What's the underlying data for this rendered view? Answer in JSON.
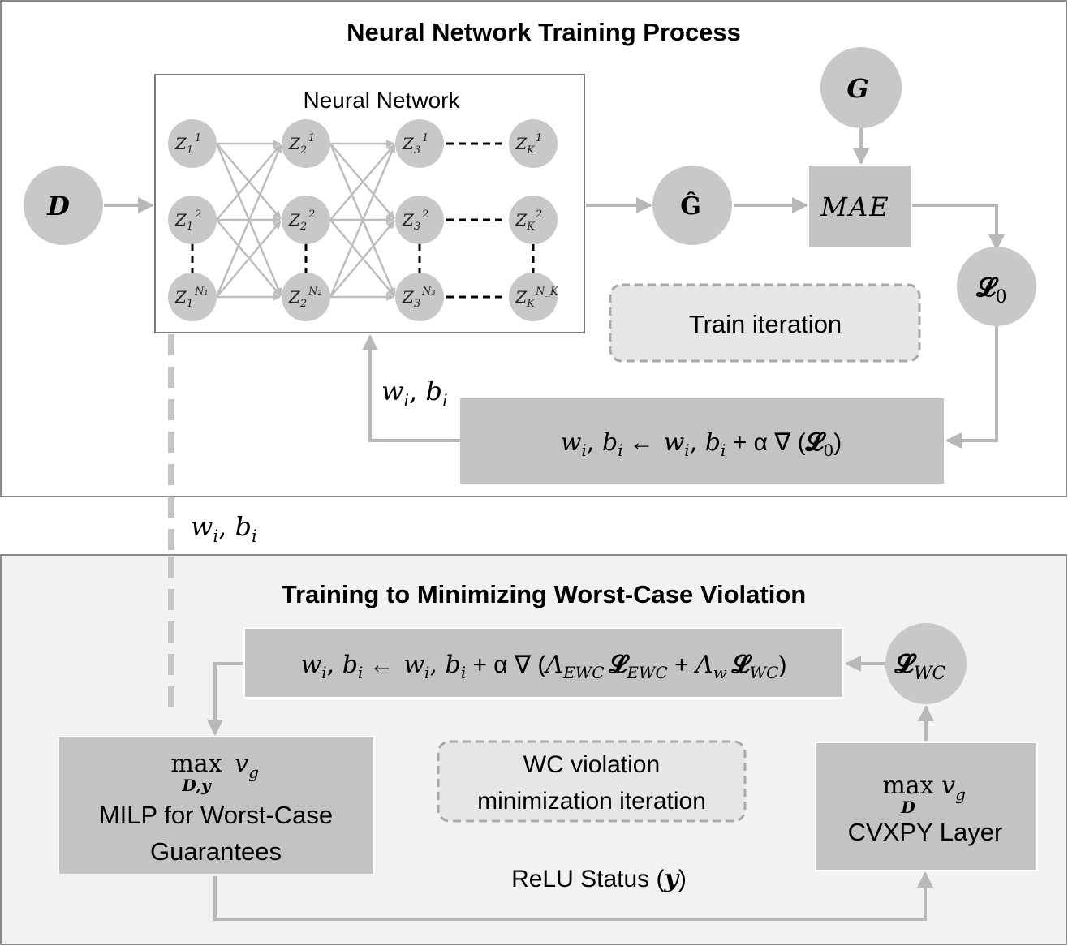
{
  "top_panel": {
    "title": "Neural Network Training Process",
    "neural_network_label": "Neural Network",
    "input_node": "D",
    "output_node": "Ĝ",
    "ground_truth_node": "G",
    "mae_label": "MAE",
    "loss_node": {
      "symbol": "𝓛",
      "sub": "0"
    },
    "train_iteration_label": "Train iteration",
    "weights_label": {
      "w": "w",
      "i": "i",
      "comma": ", ",
      "b": "b"
    },
    "update_rule": {
      "lhs": "w",
      "arrow": "←",
      "plus_alpha": " + α ∇ (",
      "loss": "𝓛",
      "loss_sub": "0",
      "close": ")"
    },
    "nn_nodes": [
      {
        "base": "Z",
        "sub": "1",
        "sup": "1"
      },
      {
        "base": "Z",
        "sub": "2",
        "sup": "1"
      },
      {
        "base": "Z",
        "sub": "3",
        "sup": "1"
      },
      {
        "base": "Z",
        "sub": "K",
        "sup": "1"
      },
      {
        "base": "Z",
        "sub": "1",
        "sup": "2"
      },
      {
        "base": "Z",
        "sub": "2",
        "sup": "2"
      },
      {
        "base": "Z",
        "sub": "3",
        "sup": "2"
      },
      {
        "base": "Z",
        "sub": "K",
        "sup": "2"
      },
      {
        "base": "Z",
        "sub": "1",
        "sup": "N₁"
      },
      {
        "base": "Z",
        "sub": "2",
        "sup": "N₂"
      },
      {
        "base": "Z",
        "sub": "3",
        "sup": "N₃"
      },
      {
        "base": "Z",
        "sub": "K",
        "sup": "N_K"
      }
    ]
  },
  "middle_label": {
    "w": "w",
    "i": "i",
    "comma": ", ",
    "b": "b"
  },
  "bottom_panel": {
    "title": "Training to Minimizing Worst-Case Violation",
    "update_rule": {
      "lhs_w": "w",
      "lhs_b": "b",
      "sub_i": "i",
      "arrow": "←",
      "plus_alpha": " + α ∇ (",
      "lambda": "Λ",
      "ewc_sub": "EWC",
      "loss": "𝓛",
      "plus": " + ",
      "w_sub": "w",
      "wc_sub": "WC",
      "close": ")"
    },
    "loss_wc_node": {
      "symbol": "𝓛",
      "sub": "WC"
    },
    "milp_box": {
      "max": "max",
      "subscript": "D,y",
      "objective": "v",
      "objective_sub": "g",
      "line1": "MILP for Worst-Case",
      "line2": "Guarantees"
    },
    "wc_iteration_label": {
      "line1": "WC violation",
      "line2": "minimization iteration"
    },
    "cvxpy_box": {
      "max": "max",
      "subscript": "D",
      "objective": "v",
      "objective_sub": "g",
      "line1": "CVXPY Layer"
    },
    "relu_label": {
      "text": "ReLU Status (",
      "var": "y",
      "close": ")"
    }
  },
  "colors": {
    "node_fill": "#c8c8c8",
    "box_fill": "#c3c3c3",
    "bottom_panel_fill": "#f2f2f2",
    "dashed_box_fill": "#e6e6e6",
    "arrow": "#b8b8b8",
    "panel_border": "#7f7f7f"
  }
}
